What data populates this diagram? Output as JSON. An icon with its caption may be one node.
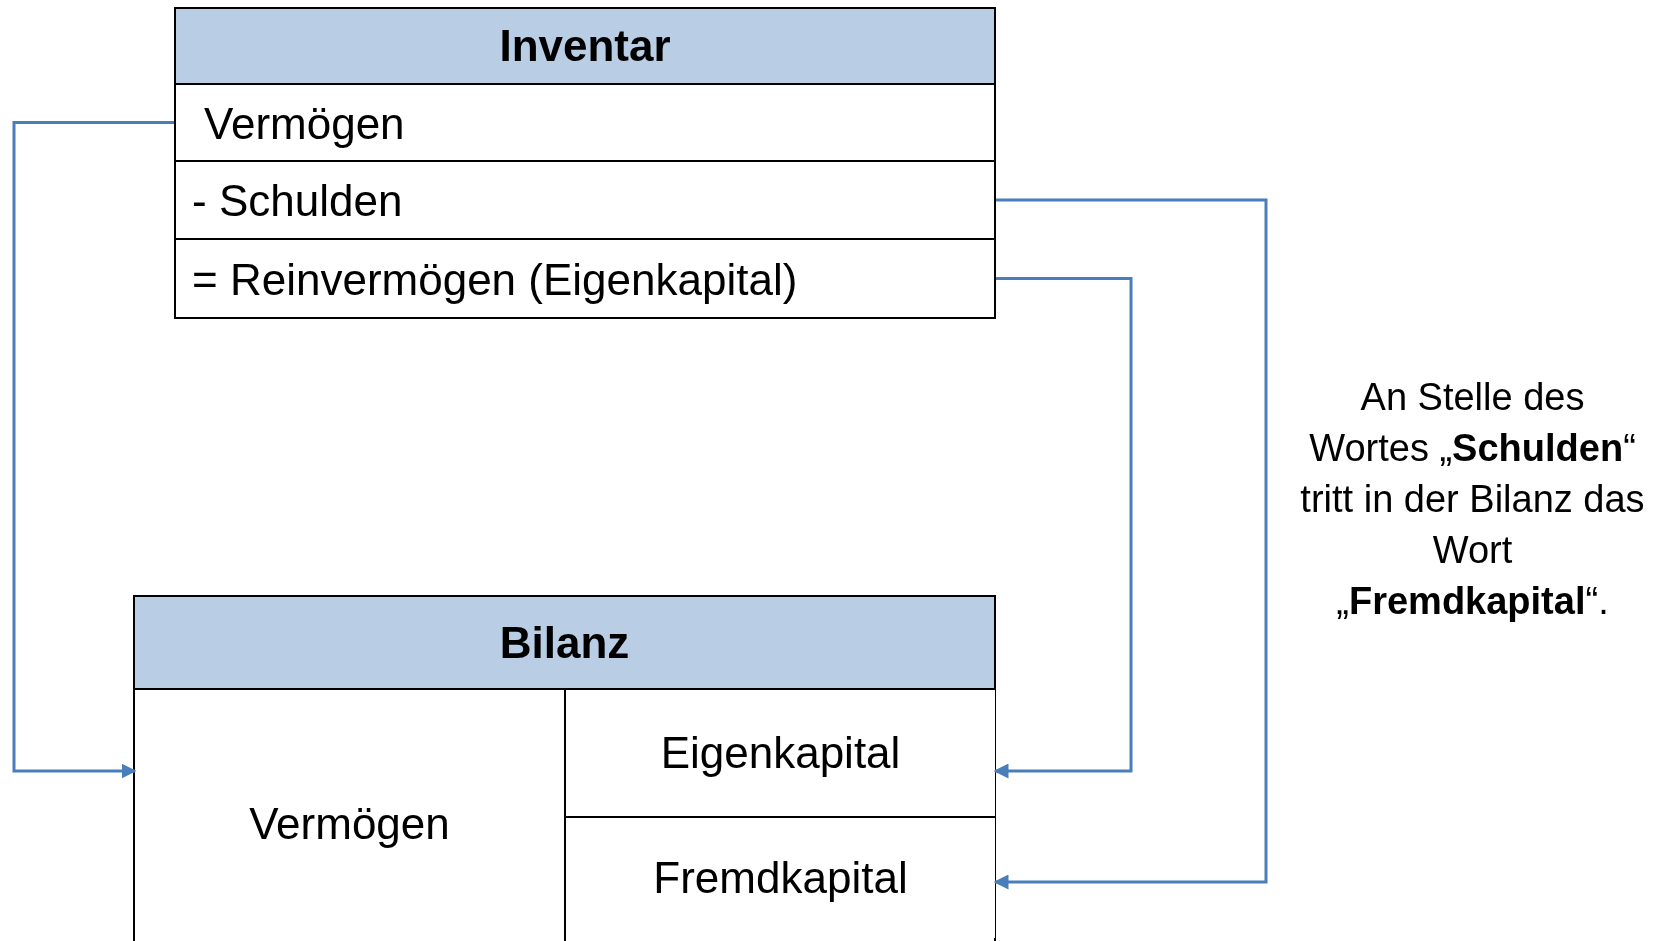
{
  "diagram": {
    "nodes": [
      {
        "text": [
          "Inventar"
        ]
      },
      {
        "text": [
          "Vermögen"
        ],
        "in": 0
      },
      {
        "text": [
          "- Schulden"
        ],
        "in": 0
      },
      {
        "text": [
          "= Reinvermögen (Eigenkapital)"
        ],
        "in": 0
      },
      {
        "text": [
          "Bilanz"
        ]
      },
      {
        "text": [
          "Vermögen"
        ],
        "in": 4
      },
      {
        "text": [
          "Eigenkapital"
        ],
        "in": 4
      },
      {
        "text": [
          "Fremdkapital"
        ],
        "in": 4
      }
    ],
    "edges": [
      {
        "from": 1,
        "to": 5,
        "arrow": "to"
      },
      {
        "from": 2,
        "to": 7,
        "arrow": "to"
      },
      {
        "from": 3,
        "to": 6,
        "arrow": "to"
      }
    ],
    "labels": [
      "An Stelle des Wortes „**Schulden**“ tritt in der Bilanz das Wort „**Fremdkapital**“."
    ]
  }
}
